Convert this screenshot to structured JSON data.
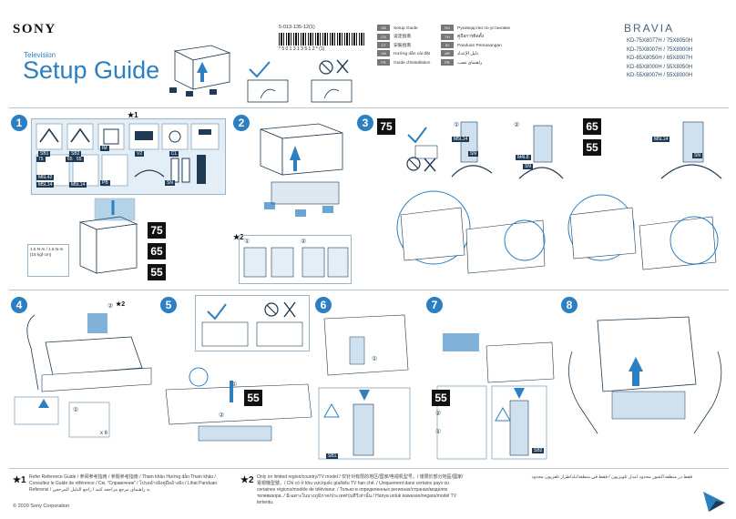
{
  "header": {
    "brand": "SONY",
    "product_type": "Television",
    "title": "Setup Guide",
    "part_number": "5-013-135-12(1)",
    "barcode_number": "* 5 0 1 3 1 3 5 1 2 * (1)",
    "series": "BRAVIA",
    "models": [
      "KD-75X8077H / 75X8050H",
      "KD-75X8007H / 75X8000H",
      "KD-65X8050H / 65X8007H",
      "KD-65X8000H / 55X8050H",
      "KD-55X8007H / 55X8000H"
    ],
    "languages_left": [
      {
        "code": "GB",
        "name": "Setup Guide"
      },
      {
        "code": "CS",
        "name": "设定指南"
      },
      {
        "code": "CT",
        "name": "安裝指南"
      },
      {
        "code": "VN",
        "name": "Hướng dẫn cài đặt"
      },
      {
        "code": "FR",
        "name": "Guide d'installation"
      }
    ],
    "languages_right": [
      {
        "code": "RU",
        "name": "Руководство по установке"
      },
      {
        "code": "TH",
        "name": "คู่มือการติดตั้ง"
      },
      {
        "code": "ID",
        "name": "Panduan Pemasangan"
      },
      {
        "code": "AR",
        "name": "دليل الإعداد"
      },
      {
        "code": "PR",
        "name": "راهنمای نصب"
      }
    ]
  },
  "steps": [
    {
      "number": "1"
    },
    {
      "number": "2"
    },
    {
      "number": "3"
    },
    {
      "number": "4"
    },
    {
      "number": "5"
    },
    {
      "number": "6"
    },
    {
      "number": "7"
    },
    {
      "number": "8"
    }
  ],
  "step1": {
    "star": "★1",
    "parts": [
      "SB1",
      "SB2",
      "IM",
      "V2",
      "CL",
      "75",
      "65",
      "55",
      "M6L42",
      "M5L14",
      "M5L14",
      "PB",
      "SN"
    ],
    "sizes": [
      "75",
      "65",
      "55"
    ],
    "torque": "1.5 N·m / 1.5 N·m {15 kgf·cm}"
  },
  "step2": {
    "star": "★2",
    "sub1": "①",
    "sub2": "②"
  },
  "step3": {
    "size": "75",
    "sizes_right": [
      "65",
      "55"
    ],
    "sub1": "①",
    "sub2": "②",
    "screws": [
      "M5L14",
      "M4L8",
      "SN",
      "SN",
      "M5L14",
      "SN"
    ]
  },
  "step4": {
    "sub1": "①",
    "sub2": "②",
    "star": "★2",
    "count": "x 6"
  },
  "step5": {
    "sub1": "①",
    "sub2": "②",
    "size": "55"
  },
  "step6": {
    "sub1": "①",
    "label": "SB1"
  },
  "step7": {
    "size": "55",
    "sub1": "①",
    "sub2": "②",
    "label": "SB2"
  },
  "footer": {
    "star1": "★1",
    "note1": "Refer Reference Guide / 参阅参考指南 / 參閱參考指南 / Tham khảo Hướng dẫn Tham khảo / Consultez le Guide de référence / См. \"Справочник\" / โปรดอ้างอิงคู่มืออ้างอิง / Lihat Panduan Referensi / به راهنمای مرجع مراجعه کنید / راجع الدليل المرجعي",
    "star2": "★2",
    "note2": "Only on limited region/country/TV model / 仅针对有限的地区/国家/电视机型号。/ 僅限於部分地區/國家/電視機型號。/ Chỉ có ở khu vực/quốc gia/kiểu TV hạn chế. / Uniquement dans certains pays ou certaines régions/modèle de téléviseur. / Только в определенных регионах/странах/моделях телевизора. / มีเฉพาะในบางภูมิภาค/ประเทศ/รุ่นทีวีเท่านั้น / Hanya untuk kawasan/negara/model TV tertentu.",
    "note2_ar": "فقط در منطقه/کشور محدود /مدل تلویزیون / فقط في منطقة/بلد/طراز تلفزيون محدود",
    "copyright": "© 2020 Sony Corporation"
  },
  "colors": {
    "accent": "#2c7fc0",
    "panel": "#e3eef7",
    "ink": "#1f3a55"
  }
}
